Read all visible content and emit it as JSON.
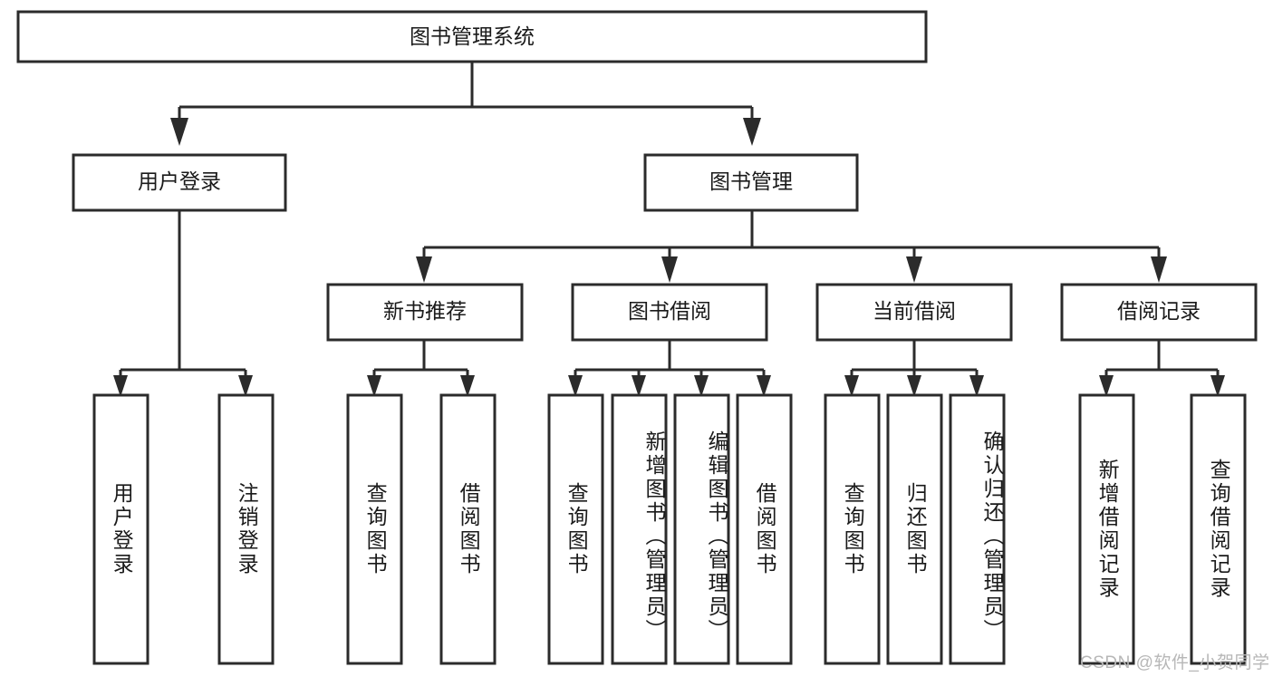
{
  "diagram": {
    "type": "tree",
    "title": "图书管理系统",
    "orientation": "top-down",
    "colors": {
      "box_stroke": "#2b2b2b",
      "box_fill": "#ffffff",
      "text": "#1a1a1a",
      "background": "#ffffff",
      "watermark": "#b7b7b7"
    },
    "levels": {
      "root": "图书管理系统",
      "level2": [
        "用户登录",
        "图书管理"
      ],
      "level3": [
        "新书推荐",
        "图书借阅",
        "当前借阅",
        "借阅记录"
      ]
    },
    "nodes": {
      "root": {
        "label": "图书管理系统"
      },
      "user_login": {
        "label": "用户登录"
      },
      "book_manage": {
        "label": "图书管理"
      },
      "new_book_rec": {
        "label": "新书推荐"
      },
      "book_borrow": {
        "label": "图书借阅"
      },
      "current_borrow": {
        "label": "当前借阅"
      },
      "borrow_record": {
        "label": "借阅记录"
      }
    },
    "leaves": {
      "user_login": [
        "用户登录",
        "注销登录"
      ],
      "new_book_rec": [
        "查询图书",
        "借阅图书"
      ],
      "book_borrow": [
        "查询图书",
        "新增图书（管理员）",
        "编辑图书（管理员）",
        "借阅图书"
      ],
      "current_borrow": [
        "查询图书",
        "归还图书",
        "确认归还（管理员）"
      ],
      "borrow_record": [
        "新增借阅记录",
        "查询借阅记录"
      ]
    },
    "edges": [
      {
        "from": "图书管理系统",
        "to": "用户登录"
      },
      {
        "from": "图书管理系统",
        "to": "图书管理"
      },
      {
        "from": "图书管理",
        "to": "新书推荐"
      },
      {
        "from": "图书管理",
        "to": "图书借阅"
      },
      {
        "from": "图书管理",
        "to": "当前借阅"
      },
      {
        "from": "图书管理",
        "to": "借阅记录"
      },
      {
        "from": "用户登录",
        "to": "用户登录"
      },
      {
        "from": "用户登录",
        "to": "注销登录"
      },
      {
        "from": "新书推荐",
        "to": "查询图书"
      },
      {
        "from": "新书推荐",
        "to": "借阅图书"
      },
      {
        "from": "图书借阅",
        "to": "查询图书"
      },
      {
        "from": "图书借阅",
        "to": "新增图书（管理员）"
      },
      {
        "from": "图书借阅",
        "to": "编辑图书（管理员）"
      },
      {
        "from": "图书借阅",
        "to": "借阅图书"
      },
      {
        "from": "当前借阅",
        "to": "查询图书"
      },
      {
        "from": "当前借阅",
        "to": "归还图书"
      },
      {
        "from": "当前借阅",
        "to": "确认归还（管理员）"
      },
      {
        "from": "借阅记录",
        "to": "新增借阅记录"
      },
      {
        "from": "借阅记录",
        "to": "查询借阅记录"
      }
    ]
  },
  "watermark": {
    "text": "CSDN @软件_小贺同学"
  }
}
